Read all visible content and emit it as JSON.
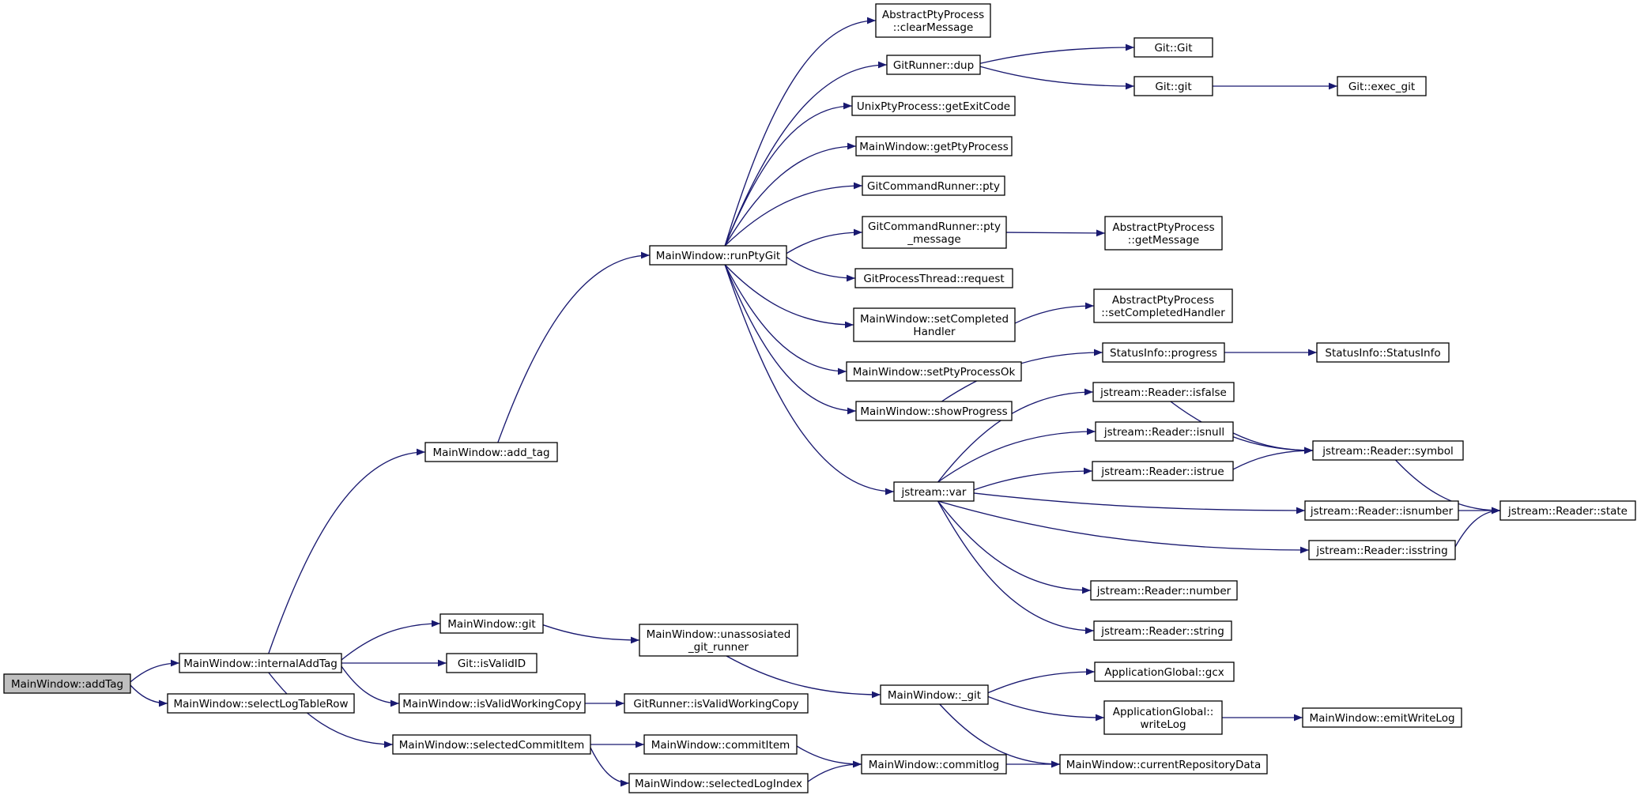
{
  "theme": {
    "edge_color": "#191970",
    "root_fill": "#bfbfbf",
    "node_fill": "#ffffff",
    "border": "#000000"
  },
  "nodes": {
    "addTag": {
      "lines": [
        "MainWindow::addTag"
      ]
    },
    "internalAddTag": {
      "lines": [
        "MainWindow::internalAddTag"
      ]
    },
    "selectLogTableRow": {
      "lines": [
        "MainWindow::selectLogTableRow"
      ]
    },
    "add_tag": {
      "lines": [
        "MainWindow::add_tag"
      ]
    },
    "mw_git": {
      "lines": [
        "MainWindow::git"
      ]
    },
    "isValidID": {
      "lines": [
        "Git::isValidID"
      ]
    },
    "mw_isValidWorkingCopy": {
      "lines": [
        "MainWindow::isValidWorkingCopy"
      ]
    },
    "selectedCommitItem": {
      "lines": [
        "MainWindow::selectedCommitItem"
      ]
    },
    "runPtyGit": {
      "lines": [
        "MainWindow::runPtyGit"
      ]
    },
    "unassosiated": {
      "lines": [
        "MainWindow::unassosiated",
        "_git_runner"
      ]
    },
    "gr_isValidWorkingCopy": {
      "lines": [
        "GitRunner::isValidWorkingCopy"
      ]
    },
    "commitItem": {
      "lines": [
        "MainWindow::commitItem"
      ]
    },
    "selectedLogIndex": {
      "lines": [
        "MainWindow::selectedLogIndex"
      ]
    },
    "clearMessage": {
      "lines": [
        "AbstractPtyProcess",
        "::clearMessage"
      ]
    },
    "dup": {
      "lines": [
        "GitRunner::dup"
      ]
    },
    "getExitCode": {
      "lines": [
        "UnixPtyProcess::getExitCode"
      ]
    },
    "getPtyProcess": {
      "lines": [
        "MainWindow::getPtyProcess"
      ]
    },
    "pty": {
      "lines": [
        "GitCommandRunner::pty"
      ]
    },
    "pty_message": {
      "lines": [
        "GitCommandRunner::pty",
        "_message"
      ]
    },
    "request": {
      "lines": [
        "GitProcessThread::request"
      ]
    },
    "setCompletedHandler": {
      "lines": [
        "MainWindow::setCompleted",
        "Handler"
      ]
    },
    "setPtyProcessOk": {
      "lines": [
        "MainWindow::setPtyProcessOk"
      ]
    },
    "showProgress": {
      "lines": [
        "MainWindow::showProgress"
      ]
    },
    "var": {
      "lines": [
        "jstream::var"
      ]
    },
    "_git": {
      "lines": [
        "MainWindow::_git"
      ]
    },
    "commitlog": {
      "lines": [
        "MainWindow::commitlog"
      ]
    },
    "gitgit": {
      "lines": [
        "Git::Git"
      ]
    },
    "git_git": {
      "lines": [
        "Git::git"
      ]
    },
    "getMessage": {
      "lines": [
        "AbstractPtyProcess",
        "::getMessage"
      ]
    },
    "ap_setCompletedHandler": {
      "lines": [
        "AbstractPtyProcess",
        "::setCompletedHandler"
      ]
    },
    "progress": {
      "lines": [
        "StatusInfo::progress"
      ]
    },
    "isfalse": {
      "lines": [
        "jstream::Reader::isfalse"
      ]
    },
    "isnull": {
      "lines": [
        "jstream::Reader::isnull"
      ]
    },
    "istrue": {
      "lines": [
        "jstream::Reader::istrue"
      ]
    },
    "number": {
      "lines": [
        "jstream::Reader::number"
      ]
    },
    "string": {
      "lines": [
        "jstream::Reader::string"
      ]
    },
    "gcx": {
      "lines": [
        "ApplicationGlobal::gcx"
      ]
    },
    "writeLog": {
      "lines": [
        "ApplicationGlobal::",
        "writeLog"
      ]
    },
    "currentRepositoryData": {
      "lines": [
        "MainWindow::currentRepositoryData"
      ]
    },
    "isnumber": {
      "lines": [
        "jstream::Reader::isnumber"
      ]
    },
    "isstring": {
      "lines": [
        "jstream::Reader::isstring"
      ]
    },
    "exec_git": {
      "lines": [
        "Git::exec_git"
      ]
    },
    "StatusInfo": {
      "lines": [
        "StatusInfo::StatusInfo"
      ]
    },
    "symbol": {
      "lines": [
        "jstream::Reader::symbol"
      ]
    },
    "emitWriteLog": {
      "lines": [
        "MainWindow::emitWriteLog"
      ]
    },
    "state": {
      "lines": [
        "jstream::Reader::state"
      ]
    }
  },
  "edges": [
    [
      "addTag",
      "internalAddTag"
    ],
    [
      "addTag",
      "selectLogTableRow"
    ],
    [
      "internalAddTag",
      "add_tag"
    ],
    [
      "internalAddTag",
      "mw_git"
    ],
    [
      "internalAddTag",
      "isValidID"
    ],
    [
      "internalAddTag",
      "mw_isValidWorkingCopy"
    ],
    [
      "internalAddTag",
      "selectedCommitItem"
    ],
    [
      "add_tag",
      "runPtyGit"
    ],
    [
      "runPtyGit",
      "clearMessage"
    ],
    [
      "runPtyGit",
      "dup"
    ],
    [
      "runPtyGit",
      "getExitCode"
    ],
    [
      "runPtyGit",
      "getPtyProcess"
    ],
    [
      "runPtyGit",
      "pty"
    ],
    [
      "runPtyGit",
      "pty_message"
    ],
    [
      "runPtyGit",
      "request"
    ],
    [
      "runPtyGit",
      "setCompletedHandler"
    ],
    [
      "runPtyGit",
      "setPtyProcessOk"
    ],
    [
      "runPtyGit",
      "showProgress"
    ],
    [
      "runPtyGit",
      "var"
    ],
    [
      "dup",
      "gitgit"
    ],
    [
      "dup",
      "git_git"
    ],
    [
      "git_git",
      "exec_git"
    ],
    [
      "pty_message",
      "getMessage"
    ],
    [
      "setCompletedHandler",
      "ap_setCompletedHandler"
    ],
    [
      "showProgress",
      "progress"
    ],
    [
      "progress",
      "StatusInfo"
    ],
    [
      "var",
      "isfalse"
    ],
    [
      "var",
      "isnull"
    ],
    [
      "var",
      "istrue"
    ],
    [
      "var",
      "isnumber"
    ],
    [
      "var",
      "isstring"
    ],
    [
      "var",
      "number"
    ],
    [
      "var",
      "string"
    ],
    [
      "isfalse",
      "symbol"
    ],
    [
      "isnull",
      "symbol"
    ],
    [
      "istrue",
      "symbol"
    ],
    [
      "symbol",
      "state"
    ],
    [
      "isnumber",
      "state"
    ],
    [
      "isstring",
      "state"
    ],
    [
      "mw_git",
      "unassosiated"
    ],
    [
      "unassosiated",
      "_git"
    ],
    [
      "_git",
      "gcx"
    ],
    [
      "_git",
      "writeLog"
    ],
    [
      "_git",
      "currentRepositoryData"
    ],
    [
      "writeLog",
      "emitWriteLog"
    ],
    [
      "mw_isValidWorkingCopy",
      "gr_isValidWorkingCopy"
    ],
    [
      "selectedCommitItem",
      "commitItem"
    ],
    [
      "selectedCommitItem",
      "selectedLogIndex"
    ],
    [
      "commitItem",
      "commitlog"
    ],
    [
      "selectedLogIndex",
      "commitlog"
    ],
    [
      "commitlog",
      "currentRepositoryData"
    ]
  ]
}
